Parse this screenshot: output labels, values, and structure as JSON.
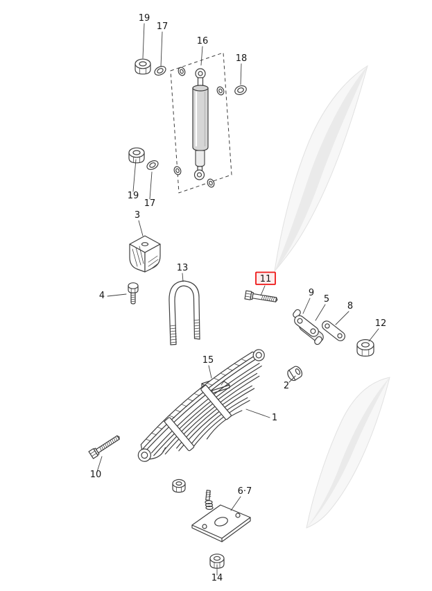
{
  "diagram": {
    "title": "exploded-parts-diagram-leaf-spring-suspension",
    "colors": {
      "background": "#ffffff",
      "line": "#3d3d3d",
      "shade": "#d6d6d6",
      "watermark": "#f7f7f7",
      "watermark_edge": "#e1e1e1",
      "watermark_band": "#eaeaea",
      "highlight_border": "#ee1616",
      "highlight_fill": "#fdecec",
      "label_text": "#161616"
    },
    "labels": [
      {
        "text": "19",
        "part": "nut"
      },
      {
        "text": "17",
        "part": "washer"
      },
      {
        "text": "16",
        "part": "shock-absorber"
      },
      {
        "text": "18",
        "part": "washer"
      },
      {
        "text": "19",
        "part": "nut"
      },
      {
        "text": "17",
        "part": "washer"
      },
      {
        "text": "3",
        "part": "bump-stop"
      },
      {
        "text": "4",
        "part": "bolt"
      },
      {
        "text": "13",
        "part": "u-bolt"
      },
      {
        "text": "11",
        "part": "bolt",
        "highlighted": true
      },
      {
        "text": "9",
        "part": "shackle-pin"
      },
      {
        "text": "5",
        "part": "shackle-link"
      },
      {
        "text": "8",
        "part": "shackle-plate"
      },
      {
        "text": "12",
        "part": "nut"
      },
      {
        "text": "15",
        "part": "pad"
      },
      {
        "text": "2",
        "part": "bushing"
      },
      {
        "text": "1",
        "part": "leaf-spring"
      },
      {
        "text": "10",
        "part": "bolt"
      },
      {
        "text": "6·7",
        "part": "spring-seat-plate"
      },
      {
        "text": "14",
        "part": "nut"
      }
    ]
  }
}
